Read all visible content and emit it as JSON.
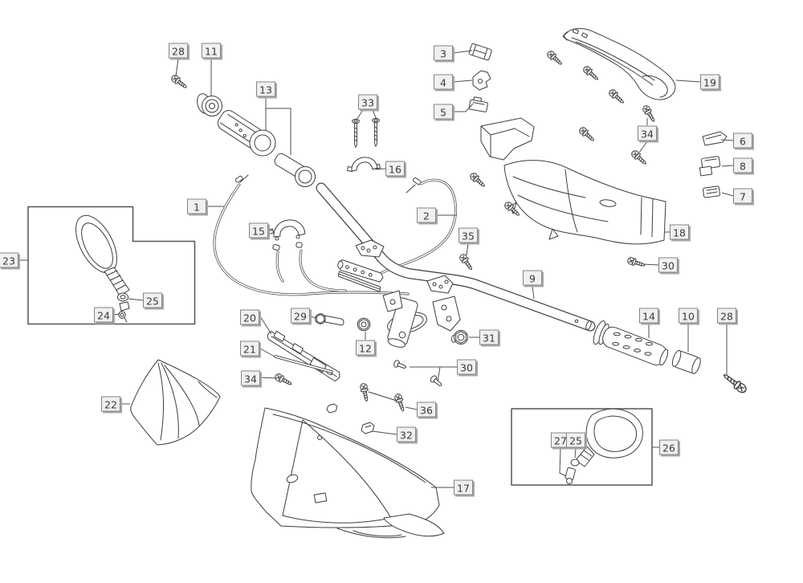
{
  "figure": {
    "type": "exploded-parts-diagram",
    "background_color": "#ffffff",
    "line_color": "#3d3d3d",
    "callout_box": {
      "fill": "#f0f0f0",
      "border": "#848484",
      "shadow": "#a8a8a8",
      "text_color": "#3a3a3a"
    }
  },
  "callouts": {
    "c28_left": {
      "label": "28"
    },
    "c11": {
      "label": "11"
    },
    "c13": {
      "label": "13"
    },
    "c33": {
      "label": "33"
    },
    "c16": {
      "label": "16"
    },
    "c1": {
      "label": "1"
    },
    "c15": {
      "label": "15"
    },
    "c2": {
      "label": "2"
    },
    "c35": {
      "label": "35"
    },
    "c3": {
      "label": "3"
    },
    "c4": {
      "label": "4"
    },
    "c5": {
      "label": "5"
    },
    "c19": {
      "label": "19"
    },
    "c34_top": {
      "label": "34"
    },
    "c6": {
      "label": "6"
    },
    "c8": {
      "label": "8"
    },
    "c7": {
      "label": "7"
    },
    "c18": {
      "label": "18"
    },
    "c30_right": {
      "label": "30"
    },
    "c9": {
      "label": "9"
    },
    "c23": {
      "label": "23"
    },
    "c25_left": {
      "label": "25"
    },
    "c24": {
      "label": "24"
    },
    "c22": {
      "label": "22"
    },
    "c20": {
      "label": "20"
    },
    "c29": {
      "label": "29"
    },
    "c12": {
      "label": "12"
    },
    "c21": {
      "label": "21"
    },
    "c34_bottom": {
      "label": "34"
    },
    "c30_bottom": {
      "label": "30"
    },
    "c31": {
      "label": "31"
    },
    "c14": {
      "label": "14"
    },
    "c10": {
      "label": "10"
    },
    "c28_right": {
      "label": "28"
    },
    "c36": {
      "label": "36"
    },
    "c32": {
      "label": "32"
    },
    "c17": {
      "label": "17"
    },
    "c26": {
      "label": "26"
    },
    "c27": {
      "label": "27"
    },
    "c25_right": {
      "label": "25"
    }
  }
}
